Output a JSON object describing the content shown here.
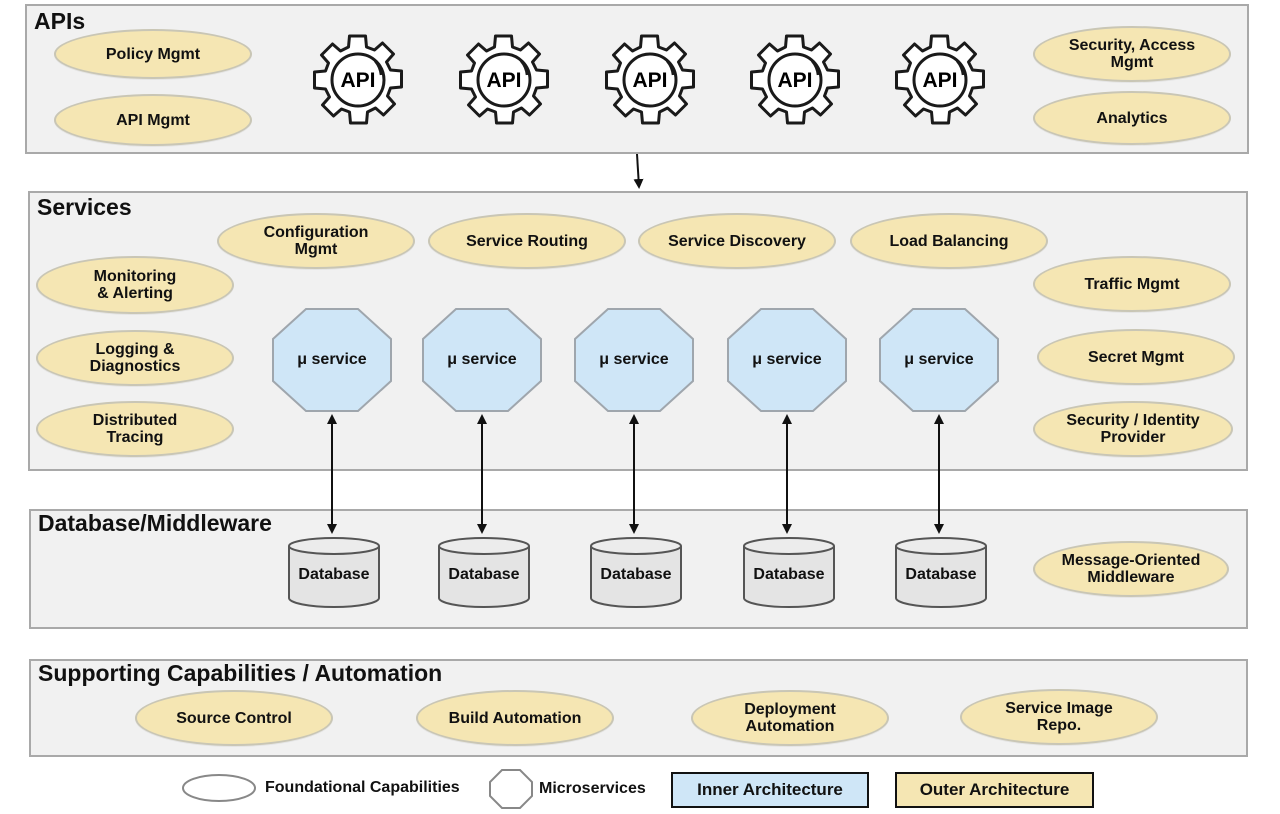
{
  "sections": {
    "apis": "APIs",
    "services": "Services",
    "database": "Database/Middleware",
    "supporting": "Supporting Capabilities / Automation"
  },
  "apis": {
    "left": [
      "Policy Mgmt",
      "API Mgmt"
    ],
    "gear_label": "API",
    "right_top": [
      "Security, Access",
      "Mgmt"
    ],
    "right_bottom": "Analytics"
  },
  "services": {
    "top": [
      [
        "Configuration",
        "Mgmt"
      ],
      [
        "Service Routing"
      ],
      [
        "Service Discovery"
      ],
      [
        "Load Balancing"
      ]
    ],
    "left": [
      [
        "Monitoring",
        "& Alerting"
      ],
      [
        "Logging &",
        "Diagnostics"
      ],
      [
        "Distributed",
        "Tracing"
      ]
    ],
    "right": [
      [
        "Traffic Mgmt"
      ],
      [
        "Secret Mgmt"
      ],
      [
        "Security / Identity",
        "Provider"
      ]
    ],
    "microservice_label": "μ service"
  },
  "database": {
    "db_label": "Database",
    "middleware": [
      "Message-Oriented",
      "Middleware"
    ]
  },
  "supporting": {
    "items": [
      [
        "Source Control"
      ],
      [
        "Build Automation"
      ],
      [
        "Deployment",
        "Automation"
      ],
      [
        "Service Image",
        "Repo."
      ]
    ]
  },
  "legend": {
    "foundational": "Foundational Capabilities",
    "microservices": "Microservices",
    "inner": "Inner Architecture",
    "outer": "Outer Architecture"
  },
  "colors": {
    "oval_fill": "#f5e6b3",
    "microservice_fill": "#cfe6f7",
    "panel_fill": "#f1f1f1",
    "database_fill": "#e4e4e4"
  }
}
